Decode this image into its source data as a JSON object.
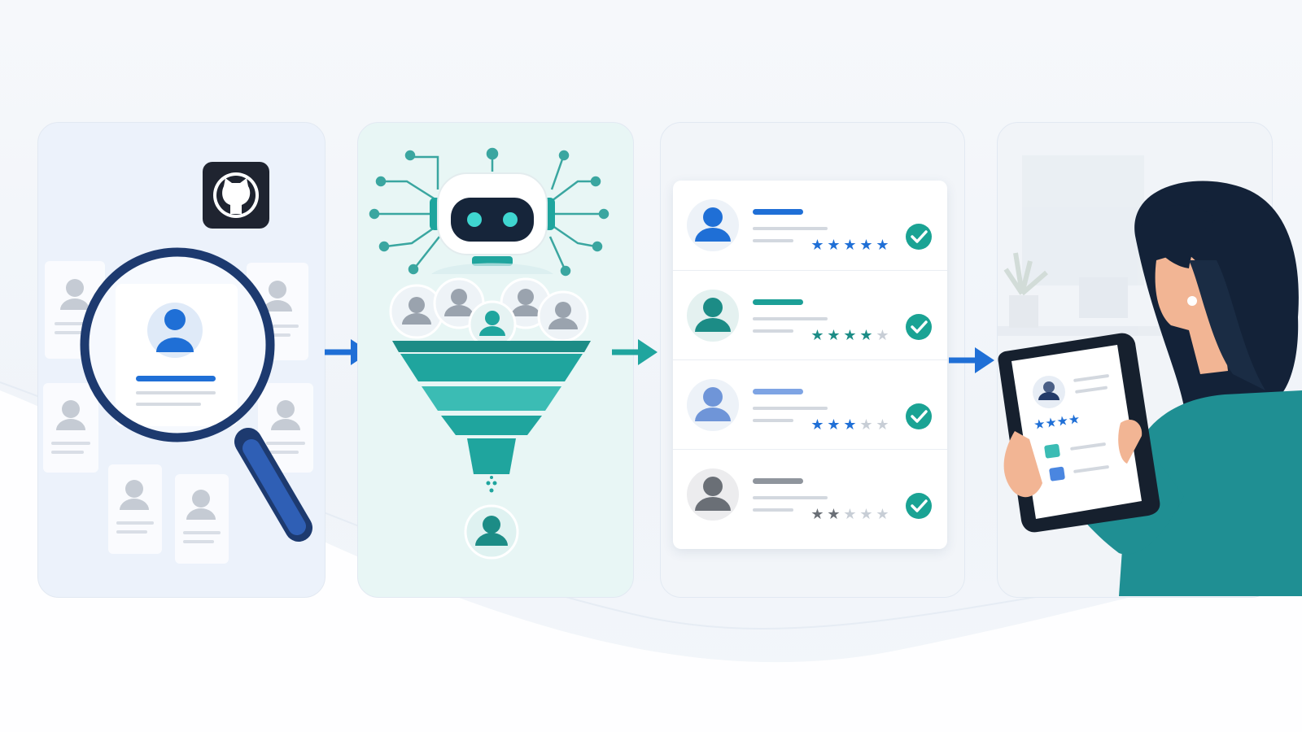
{
  "colors": {
    "blue": "#1f6fd6",
    "navy": "#1d3a6f",
    "teal": "#1fa59e",
    "dark_teal": "#1c8c86",
    "github_bg": "#1f2430",
    "hair": "#132238",
    "check_teal": "#1aa394",
    "grey": "#8f96a0",
    "star_grey": "#c8ced6"
  },
  "icons": {
    "github": "github-icon",
    "magnifier": "magnifying-glass-icon",
    "robot": "ai-robot-icon",
    "funnel": "filter-funnel-icon",
    "check": "check-circle-icon",
    "tablet": "tablet-device-icon",
    "recruiter": "recruiter-person-illustration"
  },
  "steps": [
    {
      "name": "discover-developers"
    },
    {
      "name": "ai-screening"
    },
    {
      "name": "ranked-shortlist"
    },
    {
      "name": "recruiter-review"
    }
  ],
  "ranked_candidates": [
    {
      "avatar_color": "#1f6fd6",
      "rating": 5,
      "star_color": "#1f6fd6",
      "shortlisted": true
    },
    {
      "avatar_color": "#1c8c86",
      "rating": 4,
      "star_color": "#1c8c86",
      "shortlisted": true
    },
    {
      "avatar_color": "#6f95d8",
      "rating": 3,
      "star_color": "#1f6fd6",
      "shortlisted": true
    },
    {
      "avatar_color": "#6a6f76",
      "rating": 2,
      "star_color": "#6a6f76",
      "shortlisted": true
    }
  ],
  "tablet_profile": {
    "rating": 4
  }
}
